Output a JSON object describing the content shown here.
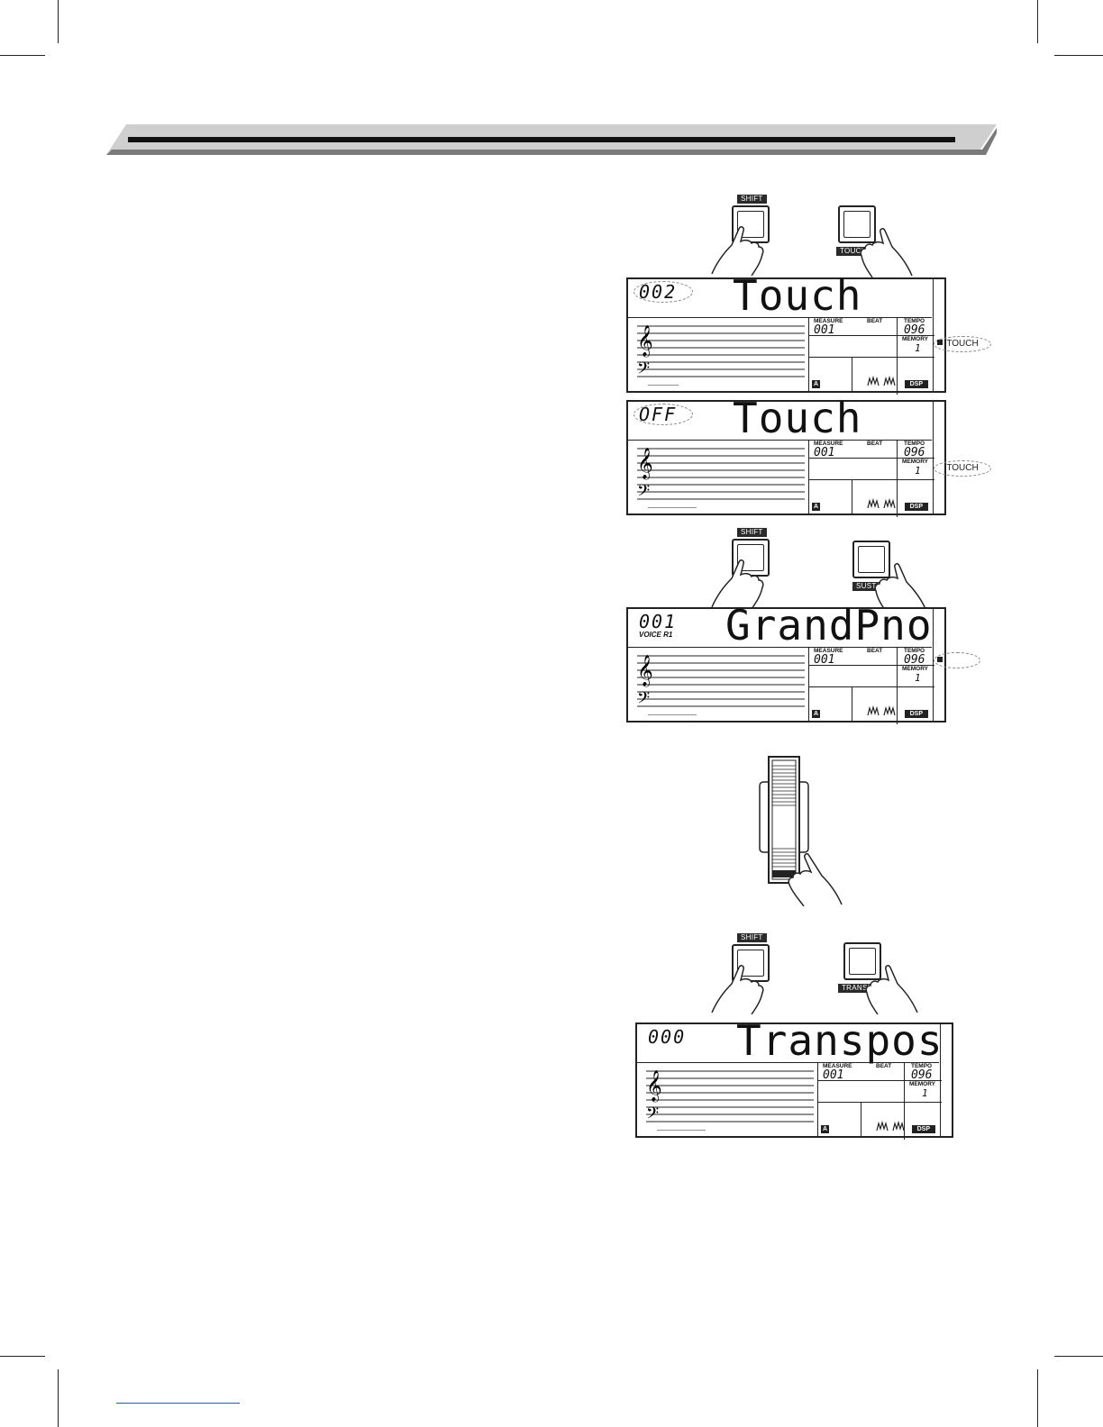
{
  "buttons": {
    "shift": "SHIFT",
    "touch": "TOUCH",
    "sustain": "SUSTAIN",
    "transpose": "TRANSPOSE"
  },
  "lcd_common": {
    "measure": "MEASURE",
    "beat": "BEAT",
    "tempo": "TEMPO",
    "memory": "MEMORY",
    "measure_value": "001",
    "tempo_value": "096",
    "memory_value": "1",
    "a_badge": "A",
    "dsp": "DSP"
  },
  "displays": [
    {
      "number": "002",
      "text": "Touch",
      "sub": ""
    },
    {
      "number": "OFF",
      "text": "Touch",
      "sub": ""
    },
    {
      "number": "001",
      "text": "GrandPno",
      "sub": "VOICE   R1"
    },
    {
      "number": "000",
      "text": "Transpos",
      "sub": ""
    }
  ],
  "callouts": {
    "touch": "TOUCH"
  }
}
